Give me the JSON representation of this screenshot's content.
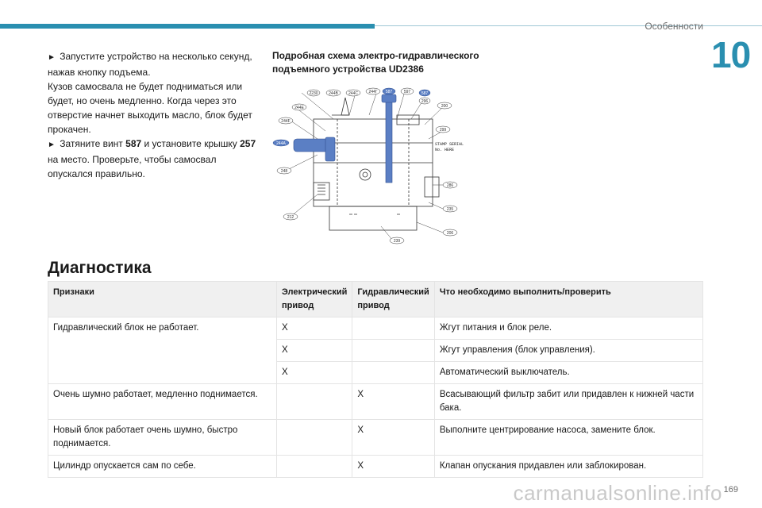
{
  "header": {
    "section": "Особенности",
    "chapter": "10"
  },
  "left_text": {
    "line1_pre": "Запустите устройство на несколько секунд, нажав кнопку подъема.",
    "line2": "Кузов самосвала не будет подниматься или будет, но очень медленно. Когда через это отверстие начнет выходить масло, блок будет прокачен.",
    "line3_pre": "Затяните винт ",
    "line3_screw": "587",
    "line3_mid": " и установите крышку ",
    "line3_cap": "257",
    "line3_post": " на место. Проверьте, чтобы самосвал опускался правильно."
  },
  "diagram": {
    "title": "Подробная схема электро-гидравлического подъемного устройства UD2386",
    "labels": [
      "2230",
      "244В",
      "244С",
      "244Г",
      "587",
      "597",
      "587",
      "244Е",
      "244F",
      "296",
      "200",
      "299",
      "244А",
      "248",
      "286",
      "235",
      "212",
      "239",
      "206"
    ],
    "stamp_line1": "STAMP SERIAL",
    "stamp_line2": "No. HERE"
  },
  "section_heading": "Диагностика",
  "table": {
    "headers": [
      "Признаки",
      "Электрический привод",
      "Гидравлический привод",
      "Что необходимо выполнить/проверить"
    ],
    "rows": [
      [
        "Гидравлический блок не работает.",
        "X",
        "",
        "Жгут питания и блок реле."
      ],
      [
        "",
        "X",
        "",
        "Жгут управления (блок управления)."
      ],
      [
        "",
        "X",
        "",
        "Автоматический выключатель."
      ],
      [
        "Очень шумно работает, медленно поднимается.",
        "",
        "X",
        "Всасывающий фильтр забит или придавлен к нижней части бака."
      ],
      [
        "Новый блок работает очень шумно, быстро поднимается.",
        "",
        "X",
        "Выполните центрирование насоса, замените блок."
      ],
      [
        "Цилиндр опускается сам по себе.",
        "",
        "X",
        "Клапан опускания придавлен или заблокирован."
      ]
    ]
  },
  "footer": {
    "page": "169",
    "watermark": "carmanualsonline.info"
  },
  "colors": {
    "accent": "#2a8fb0",
    "diagram_highlight": "#5b7fc4"
  }
}
